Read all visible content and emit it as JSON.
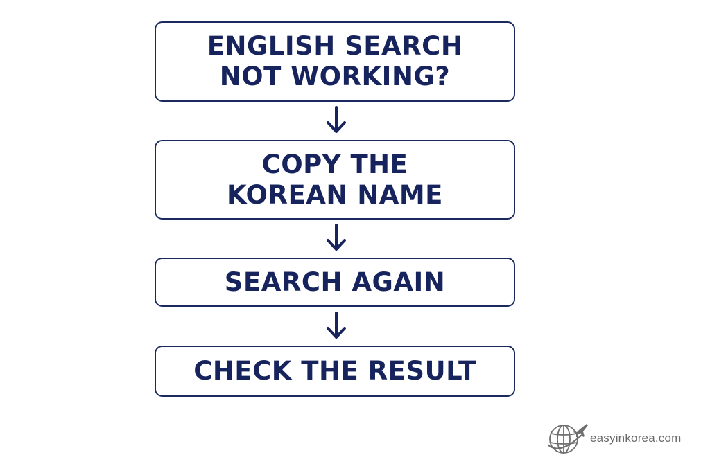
{
  "flowchart": {
    "steps": [
      {
        "label": "ENGLISH SEARCH\nNOT WORKING?"
      },
      {
        "label": "COPY THE\nKOREAN NAME"
      },
      {
        "label": "SEARCH AGAIN"
      },
      {
        "label": "CHECK THE RESULT"
      }
    ],
    "connector_icon": "down-arrow-icon"
  },
  "watermark": {
    "text": "easyinkorea.com",
    "logo_icon": "globe-with-airplane-icon"
  },
  "colors": {
    "accent": "#16235c",
    "border": "#1b2a5e",
    "background": "#ffffff",
    "watermark": "#6a6a6a"
  }
}
